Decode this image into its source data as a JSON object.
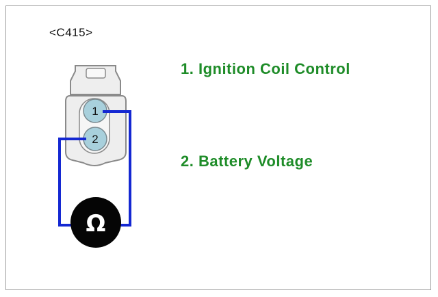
{
  "connector": {
    "id": "<C415>",
    "pins": [
      {
        "number": "1",
        "description": "1. Ignition Coil Control"
      },
      {
        "number": "2",
        "description": "2. Battery Voltage"
      }
    ]
  },
  "meter": {
    "symbol": "Ω"
  },
  "colors": {
    "wire": "#1428d2",
    "text_accent": "#1e8c28",
    "connector_fill": "#eeeeee",
    "connector_stroke": "#8a8a8a",
    "pin_fill": "#a8d0dc",
    "meter_fill": "#050505"
  }
}
